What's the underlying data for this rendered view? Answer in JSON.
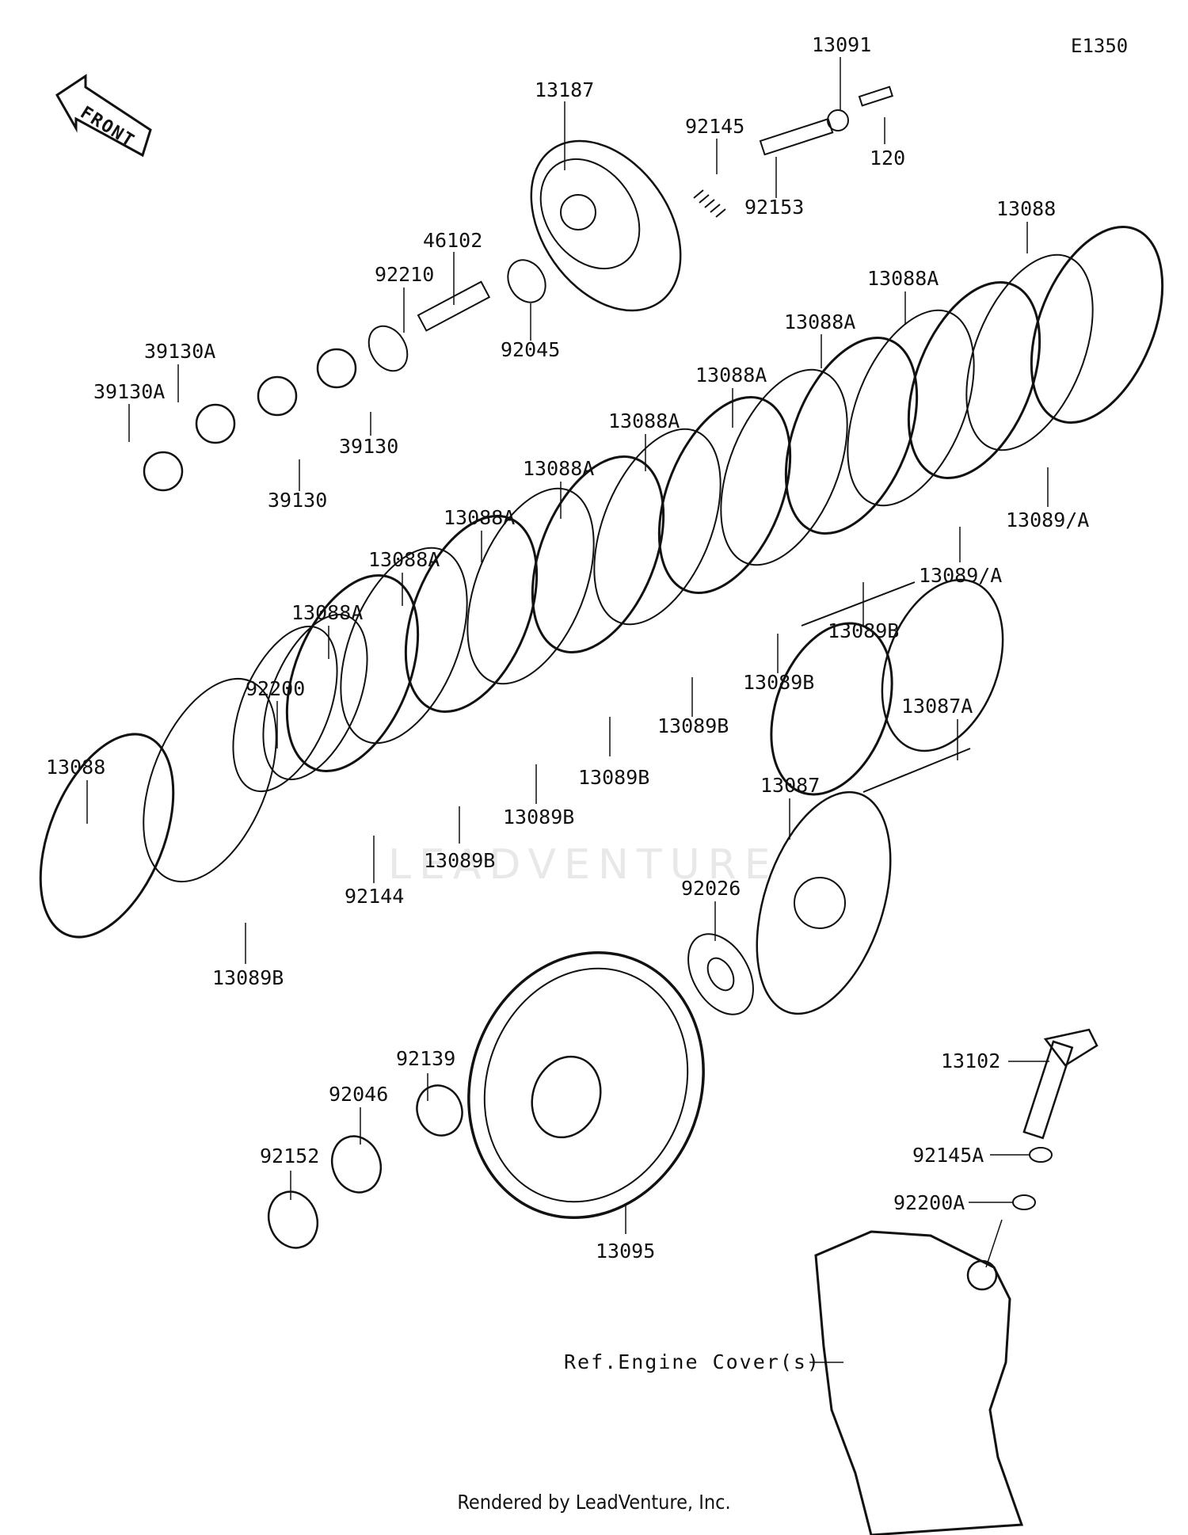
{
  "figure_id": "E1350",
  "front_label": "FRONT",
  "watermark": "LEADVENTURE",
  "footer": "Rendered by LeadVenture, Inc.",
  "ref_label": "Ref.Engine Cover(s)",
  "callouts": [
    {
      "id": "p13091",
      "text": "13091"
    },
    {
      "id": "p120",
      "text": "120"
    },
    {
      "id": "p13187",
      "text": "13187"
    },
    {
      "id": "p92145",
      "text": "92145"
    },
    {
      "id": "p92153",
      "text": "92153"
    },
    {
      "id": "p46102",
      "text": "46102"
    },
    {
      "id": "p92210",
      "text": "92210"
    },
    {
      "id": "p92045",
      "text": "92045"
    },
    {
      "id": "p39130a_1",
      "text": "39130A"
    },
    {
      "id": "p39130a_2",
      "text": "39130A"
    },
    {
      "id": "p39130_1",
      "text": "39130"
    },
    {
      "id": "p39130_2",
      "text": "39130"
    },
    {
      "id": "p13088_top",
      "text": "13088"
    },
    {
      "id": "p13088a_1",
      "text": "13088A"
    },
    {
      "id": "p13088a_2",
      "text": "13088A"
    },
    {
      "id": "p13088a_3",
      "text": "13088A"
    },
    {
      "id": "p13088a_4",
      "text": "13088A"
    },
    {
      "id": "p13088a_5",
      "text": "13088A"
    },
    {
      "id": "p13088a_6",
      "text": "13088A"
    },
    {
      "id": "p13088a_7",
      "text": "13088A"
    },
    {
      "id": "p13088a_8",
      "text": "13088A"
    },
    {
      "id": "p13089a_1",
      "text": "13089/A"
    },
    {
      "id": "p13089a_2",
      "text": "13089/A"
    },
    {
      "id": "p13089b_1",
      "text": "13089B"
    },
    {
      "id": "p13089b_2",
      "text": "13089B"
    },
    {
      "id": "p13089b_3",
      "text": "13089B"
    },
    {
      "id": "p13089b_4",
      "text": "13089B"
    },
    {
      "id": "p13089b_5",
      "text": "13089B"
    },
    {
      "id": "p13089b_6",
      "text": "13089B"
    },
    {
      "id": "p13089b_7",
      "text": "13089B"
    },
    {
      "id": "p92200",
      "text": "92200"
    },
    {
      "id": "p92144",
      "text": "92144"
    },
    {
      "id": "p13088_bottom",
      "text": "13088"
    },
    {
      "id": "p13087a",
      "text": "13087A"
    },
    {
      "id": "p13087",
      "text": "13087"
    },
    {
      "id": "p92026",
      "text": "92026"
    },
    {
      "id": "p13102",
      "text": "13102"
    },
    {
      "id": "p92145a",
      "text": "92145A"
    },
    {
      "id": "p92200a",
      "text": "92200A"
    },
    {
      "id": "p92139",
      "text": "92139"
    },
    {
      "id": "p92046",
      "text": "92046"
    },
    {
      "id": "p92152",
      "text": "92152"
    },
    {
      "id": "p13095",
      "text": "13095"
    }
  ]
}
